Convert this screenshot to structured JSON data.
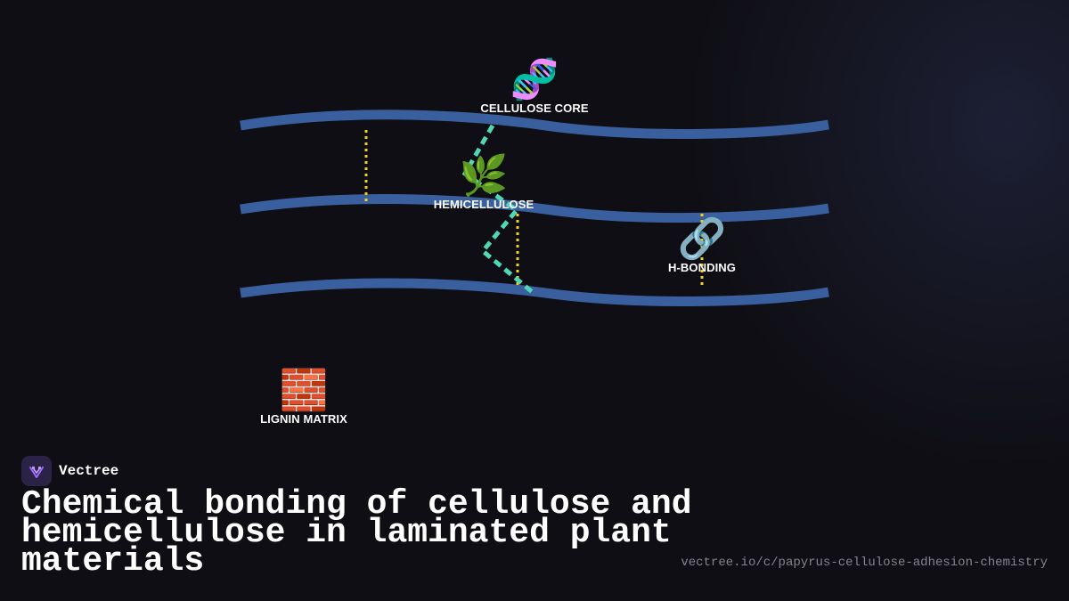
{
  "diagram": {
    "nodes": [
      {
        "id": "cellulose-core",
        "label": "CELLULOSE CORE",
        "icon": "dna-icon",
        "glyph": "🧬"
      },
      {
        "id": "hemicellulose",
        "label": "HEMICELLULOSE",
        "icon": "herb-icon",
        "glyph": "🌿"
      },
      {
        "id": "h-bonding",
        "label": "H-BONDING",
        "icon": "link-icon",
        "glyph": "🔗"
      },
      {
        "id": "lignin-matrix",
        "label": "LIGNIN MATRIX",
        "icon": "brick-icon",
        "glyph": "🧱"
      }
    ],
    "colors": {
      "fiber": "#3a5f9e",
      "hemicellulose_link": "#4fd8b6",
      "h_bond": "#f2d21b"
    }
  },
  "brand": {
    "name": "Vectree",
    "logo_icon": "vectree-logo-icon"
  },
  "footer": {
    "title": "Chemical bonding of cellulose and hemicellulose in laminated plant materials",
    "url": "vectree.io/c/papyrus-cellulose-adhesion-chemistry"
  }
}
